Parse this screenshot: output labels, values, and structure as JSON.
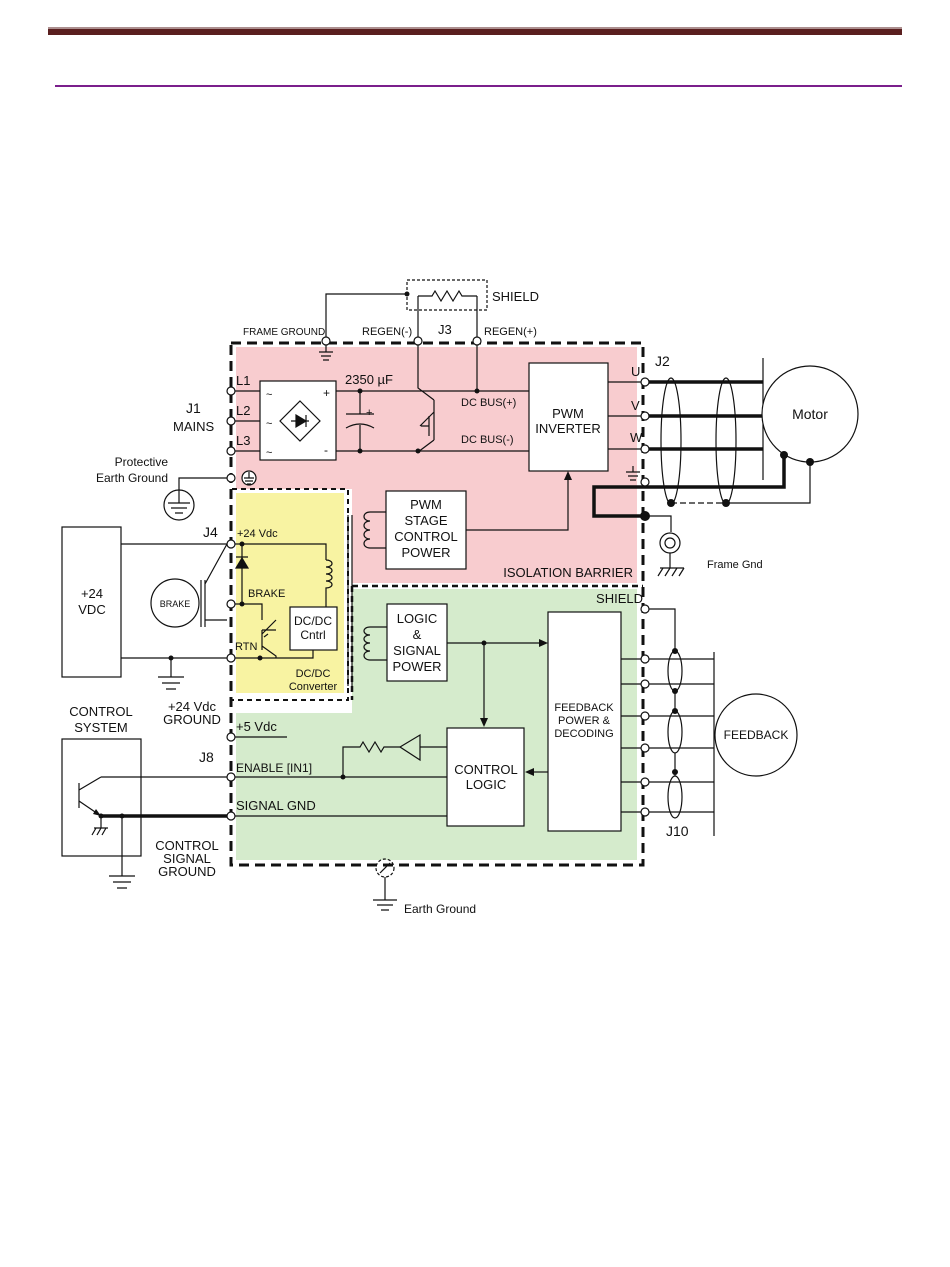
{
  "colors": {
    "header_bar": "#5a1f1f",
    "header_rule": "#7b1f8c",
    "pink_zone": "#f8cccf",
    "yellow_zone": "#f8f3a2",
    "green_zone": "#d5ebcc"
  },
  "labels": {
    "shield_top": "SHIELD",
    "frame_ground": "FRAME GROUND",
    "regen_minus": "REGEN(-)",
    "j3": "J3",
    "regen_plus": "REGEN(+)",
    "j2": "J2",
    "u": "U",
    "v": "V",
    "w": "W",
    "motor": "Motor",
    "cap": "2350 µF",
    "l1": "L1",
    "l2": "L2",
    "l3": "L3",
    "j1": "J1",
    "mains": "MAINS",
    "dc_bus_plus": "DC BUS(+)",
    "dc_bus_minus": "DC BUS(-)",
    "pwm_inverter_1": "PWM",
    "pwm_inverter_2": "INVERTER",
    "protective_1": "Protective",
    "protective_2": "Earth Ground",
    "pwm_stage_1": "PWM",
    "pwm_stage_2": "STAGE",
    "pwm_stage_3": "CONTROL",
    "pwm_stage_4": "POWER",
    "frame_gnd": "Frame Gnd",
    "isolation_barrier": "ISOLATION BARRIER",
    "shield_right": "SHIELD",
    "j4": "J4",
    "plus24vdc": "+24 Vdc",
    "supply_1": "+24",
    "supply_2": "VDC",
    "brake_circle": "BRAKE",
    "brake_label": "BRAKE",
    "dcdc_cntrl_1": "DC/DC",
    "dcdc_cntrl_2": "Cntrl",
    "rtn": "RTN",
    "dcdc_conv_1": "DC/DC",
    "dcdc_conv_2": "Converter",
    "logic_1": "LOGIC",
    "logic_2": "&",
    "logic_3": "SIGNAL",
    "logic_4": "POWER",
    "feedback_box_1": "FEEDBACK",
    "feedback_box_2": "POWER &",
    "feedback_box_3": "DECODING",
    "feedback_circle": "FEEDBACK",
    "gnd24_1": "+24 Vdc",
    "gnd24_2": "GROUND",
    "control_system_1": "CONTROL",
    "control_system_2": "SYSTEM",
    "plus5vdc": "+5 Vdc",
    "j8": "J8",
    "enable": "ENABLE [IN1]",
    "control_logic_1": "CONTROL",
    "control_logic_2": "LOGIC",
    "signal_gnd": "SIGNAL GND",
    "ctrl_sig_gnd_1": "CONTROL",
    "ctrl_sig_gnd_2": "SIGNAL",
    "ctrl_sig_gnd_3": "GROUND",
    "j10": "J10",
    "earth_ground": "Earth Ground"
  }
}
